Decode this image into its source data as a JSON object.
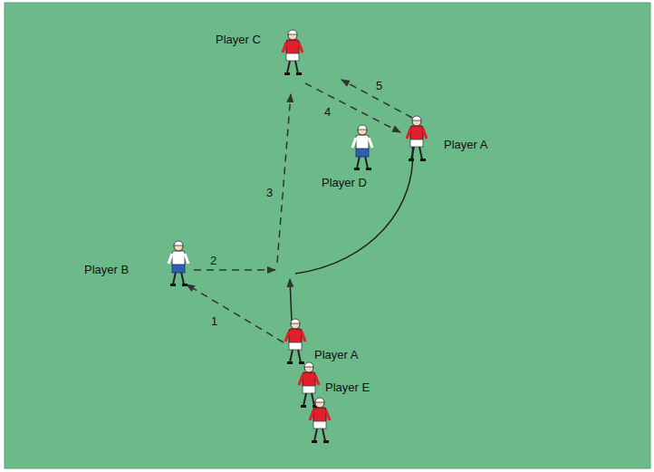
{
  "diagram": {
    "labels": [
      "Player C",
      "5",
      "4",
      "Player A",
      "Player D",
      "3",
      "Player B",
      "2",
      "1",
      "Player A",
      "Player E"
    ]
  }
}
